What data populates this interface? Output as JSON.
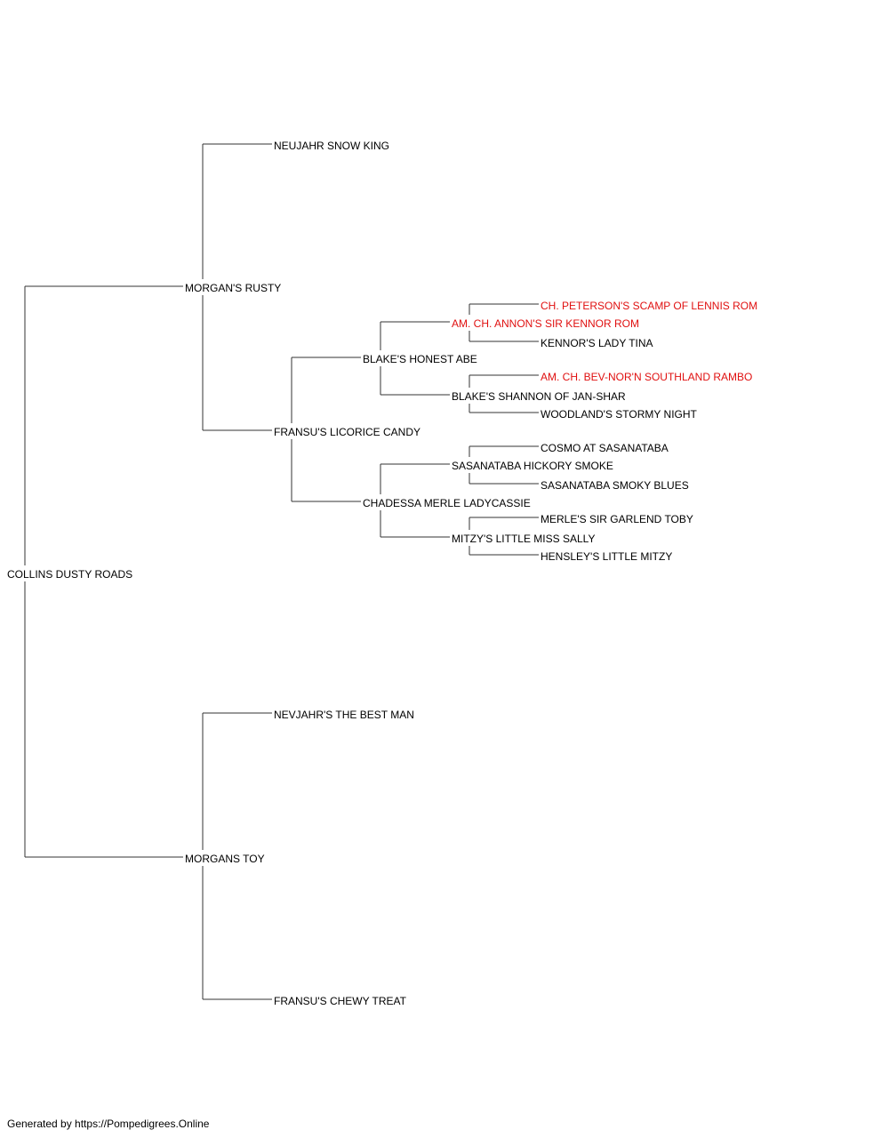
{
  "colors": {
    "normal": "#000000",
    "champion": "#e01010",
    "line": "#333333"
  },
  "pedigree": [
    {
      "id": "collins-dusty-roads",
      "name": "COLLINS DUSTY ROADS",
      "gen": 0,
      "champion": false
    },
    {
      "id": "morgans-rusty",
      "name": "MORGAN'S RUSTY",
      "gen": 1,
      "champion": false,
      "parent": "collins-dusty-roads"
    },
    {
      "id": "morgans-toy",
      "name": "MORGANS TOY",
      "gen": 1,
      "champion": false,
      "parent": "collins-dusty-roads"
    },
    {
      "id": "neujahr-snow-king",
      "name": "NEUJAHR SNOW KING",
      "gen": 2,
      "champion": false,
      "parent": "morgans-rusty"
    },
    {
      "id": "fransus-licorice-candy",
      "name": "FRANSU'S LICORICE CANDY",
      "gen": 2,
      "champion": false,
      "parent": "morgans-rusty"
    },
    {
      "id": "nevjahrs-the-best-man",
      "name": "NEVJAHR'S THE BEST MAN",
      "gen": 2,
      "champion": false,
      "parent": "morgans-toy"
    },
    {
      "id": "fransus-chewy-treat",
      "name": "FRANSU'S CHEWY TREAT",
      "gen": 2,
      "champion": false,
      "parent": "morgans-toy"
    },
    {
      "id": "blakes-honest-abe",
      "name": "BLAKE'S HONEST ABE",
      "gen": 3,
      "champion": false,
      "parent": "fransus-licorice-candy"
    },
    {
      "id": "chadessa-merle-ladycassie",
      "name": "CHADESSA MERLE LADYCASSIE",
      "gen": 3,
      "champion": false,
      "parent": "fransus-licorice-candy"
    },
    {
      "id": "am-ch-annons-sir-kennor-rom",
      "name": "AM. CH. ANNON'S SIR KENNOR ROM",
      "gen": 4,
      "champion": true,
      "parent": "blakes-honest-abe"
    },
    {
      "id": "blakes-shannon-of-jan-shar",
      "name": "BLAKE'S SHANNON OF JAN-SHAR",
      "gen": 4,
      "champion": false,
      "parent": "blakes-honest-abe"
    },
    {
      "id": "sasanataba-hickory-smoke",
      "name": "SASANATABA HICKORY SMOKE",
      "gen": 4,
      "champion": false,
      "parent": "chadessa-merle-ladycassie"
    },
    {
      "id": "mitzys-little-miss-sally",
      "name": "MITZY'S LITTLE MISS SALLY",
      "gen": 4,
      "champion": false,
      "parent": "chadessa-merle-ladycassie"
    },
    {
      "id": "ch-petersons-scamp-of-lennis-rom",
      "name": "CH. PETERSON'S SCAMP OF LENNIS ROM",
      "gen": 5,
      "champion": true,
      "parent": "am-ch-annons-sir-kennor-rom"
    },
    {
      "id": "kennors-lady-tina",
      "name": "KENNOR'S LADY TINA",
      "gen": 5,
      "champion": false,
      "parent": "am-ch-annons-sir-kennor-rom"
    },
    {
      "id": "am-ch-bev-norn-southland-rambo",
      "name": "AM. CH. BEV-NOR'N SOUTHLAND RAMBO",
      "gen": 5,
      "champion": true,
      "parent": "blakes-shannon-of-jan-shar"
    },
    {
      "id": "woodlands-stormy-night",
      "name": "WOODLAND'S STORMY NIGHT",
      "gen": 5,
      "champion": false,
      "parent": "blakes-shannon-of-jan-shar"
    },
    {
      "id": "cosmo-at-sasanataba",
      "name": "COSMO AT SASANATABA",
      "gen": 5,
      "champion": false,
      "parent": "sasanataba-hickory-smoke"
    },
    {
      "id": "sasanataba-smoky-blues",
      "name": "SASANATABA SMOKY BLUES",
      "gen": 5,
      "champion": false,
      "parent": "sasanataba-hickory-smoke"
    },
    {
      "id": "merles-sir-garlend-toby",
      "name": "MERLE'S SIR GARLEND TOBY",
      "gen": 5,
      "champion": false,
      "parent": "mitzys-little-miss-sally"
    },
    {
      "id": "hensleys-little-mitzy",
      "name": "HENSLEY'S LITTLE MITZY",
      "gen": 5,
      "champion": false,
      "parent": "mitzys-little-miss-sally"
    }
  ],
  "footer": {
    "text": "Generated by https://Pompedigrees.Online"
  }
}
